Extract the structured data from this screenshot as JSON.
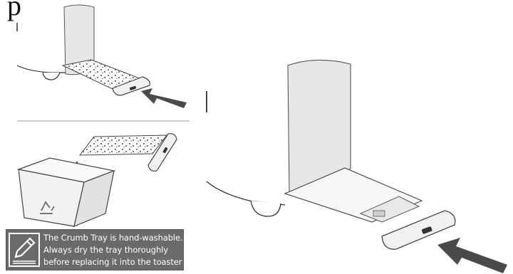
{
  "page": {
    "letter": "p"
  },
  "note": {
    "icon": "pencil-note-icon",
    "lines": [
      "The Crumb Tray is hand-washable.",
      "Always dry the tray thoroughly",
      "before replacing it into the toaster"
    ],
    "background": "#6a6a6a"
  },
  "figures": [
    {
      "name": "remove-crumb-tray",
      "icon": "push-arrow-icon"
    },
    {
      "name": "empty-crumb-tray",
      "icon": "recycle-icon"
    },
    {
      "name": "insert-crumb-tray",
      "icon": "push-arrow-icon"
    }
  ]
}
